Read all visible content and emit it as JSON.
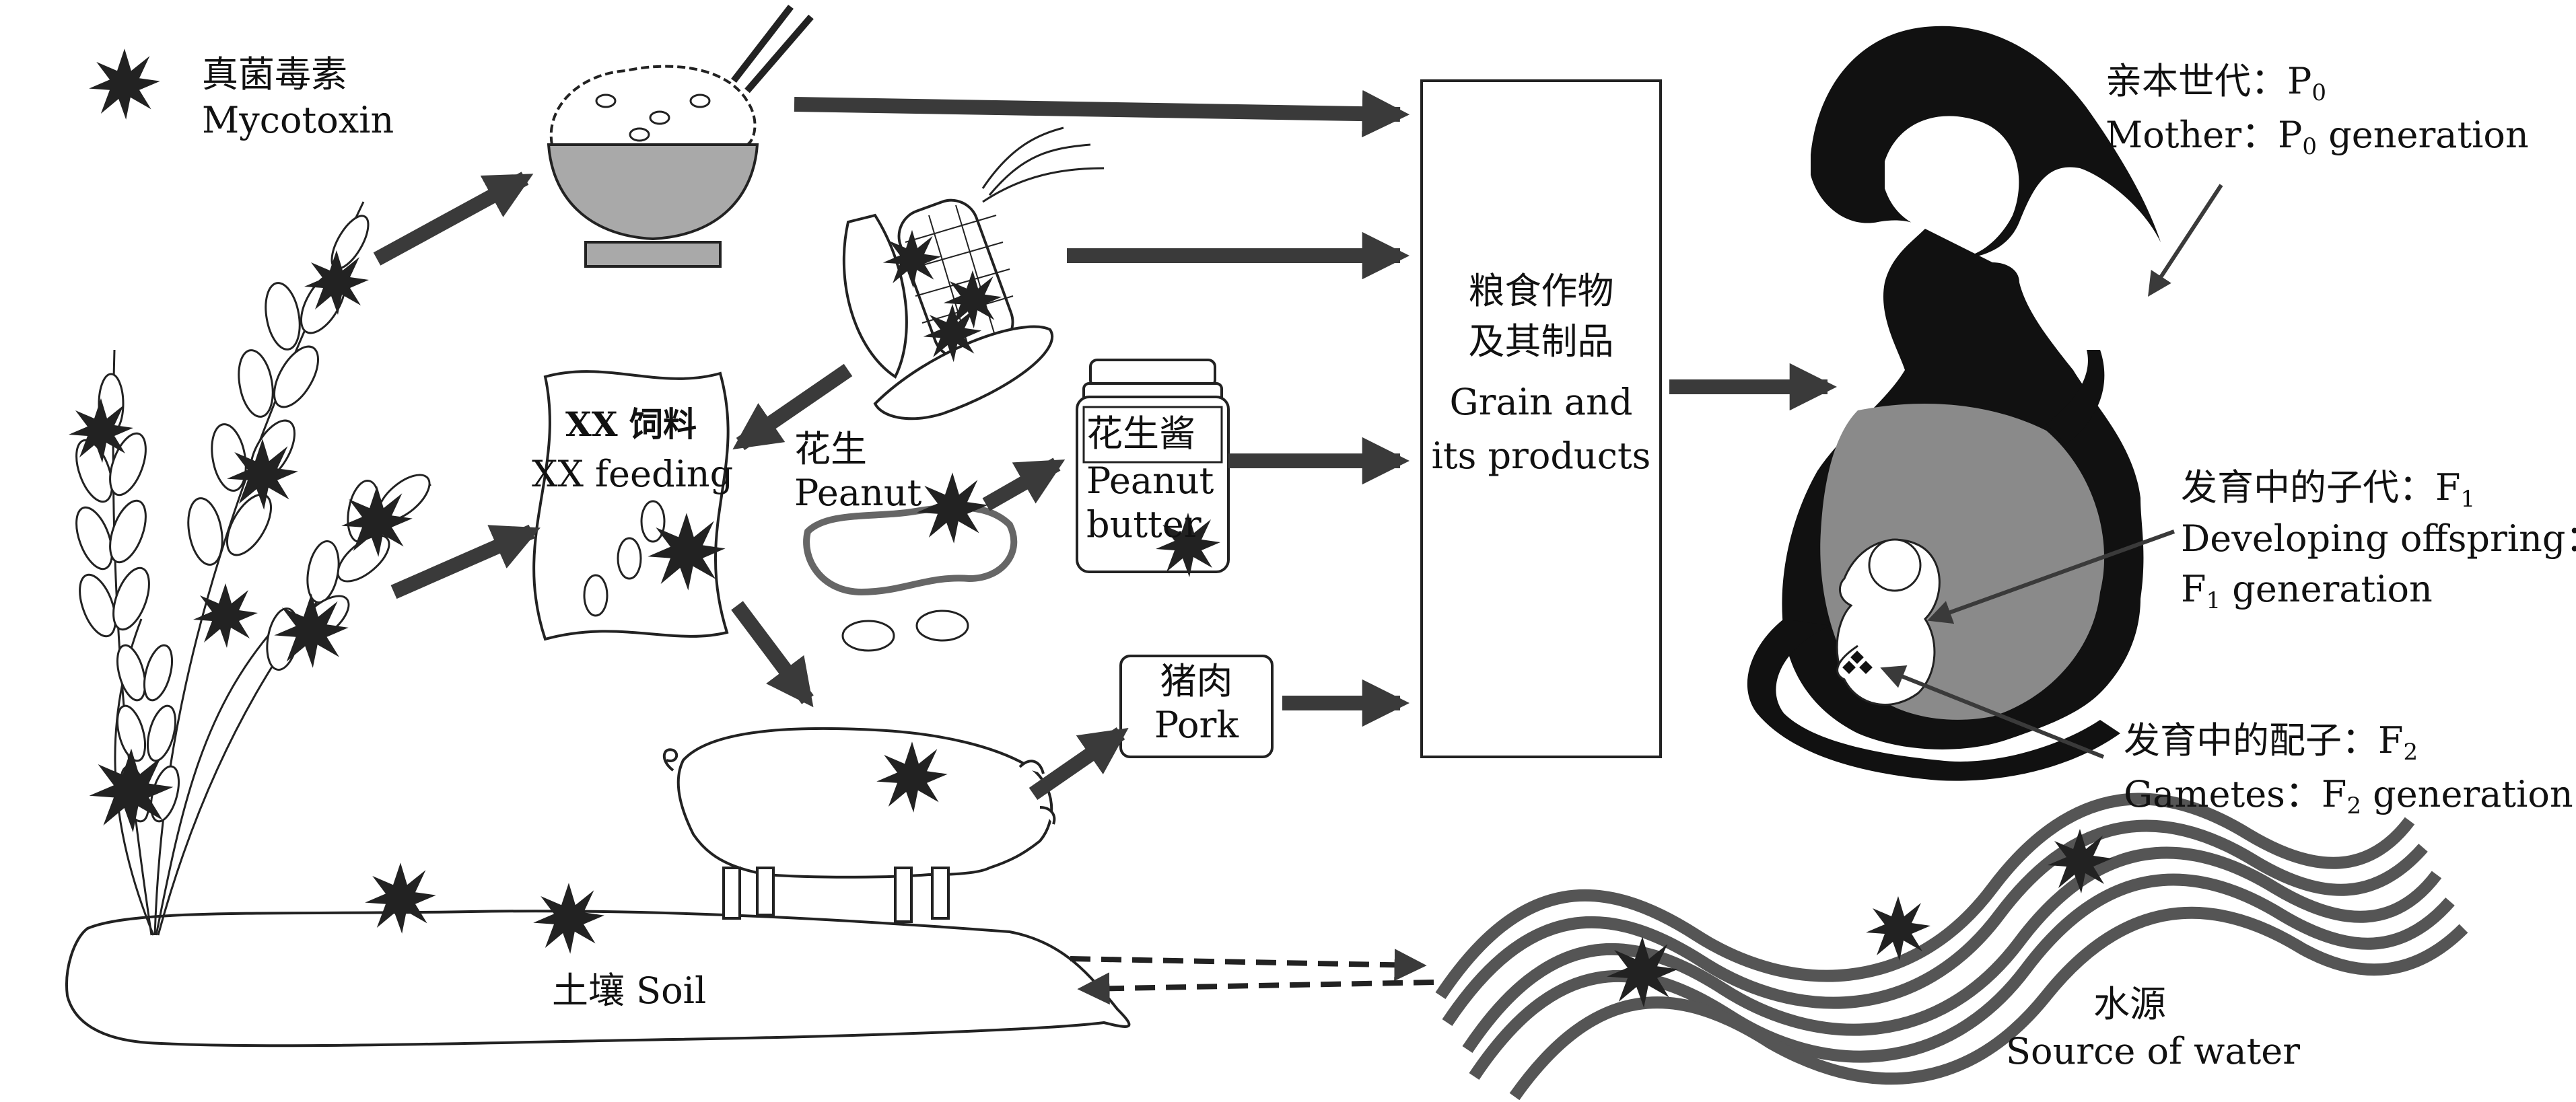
{
  "legend": {
    "zh": "真菌毒素",
    "en": "Mycotoxin"
  },
  "feed": {
    "box_label": "XX 饲料",
    "en": "XX feeding"
  },
  "peanut": {
    "zh": "花生",
    "en": "Peanut"
  },
  "peanut_butter": {
    "jar_label": "花生酱",
    "en_line1": "Peanut",
    "en_line2": "butter"
  },
  "pork": {
    "zh": "猪肉",
    "en": "Pork"
  },
  "grain": {
    "zh_line1": "粮食作物",
    "zh_line2": "及其制品",
    "en_line1": "Grain and",
    "en_line2": "its products"
  },
  "mother": {
    "zh": "亲本世代：P",
    "zh_sub": "0",
    "en": "Mother：P",
    "en_sub": "0",
    "en_suffix": " generation"
  },
  "offspring": {
    "zh": "发育中的子代：F",
    "zh_sub": "1",
    "en_line1": "Developing offspring：",
    "en_line2": "F",
    "en_sub": "1",
    "en_suffix": " generation"
  },
  "gametes": {
    "zh": "发育中的配子：F",
    "zh_sub": "2",
    "en": "Gametes：F",
    "en_sub": "2",
    "en_suffix": " generation"
  },
  "soil": {
    "label": "土壤 Soil"
  },
  "water": {
    "zh": "水源",
    "en": "Source of water"
  },
  "colors": {
    "arrow": "#3a3a3a",
    "toxin": "#222222",
    "belly": "#8a8a8a",
    "bowl": "#a9a9a9",
    "water": "#555555"
  }
}
